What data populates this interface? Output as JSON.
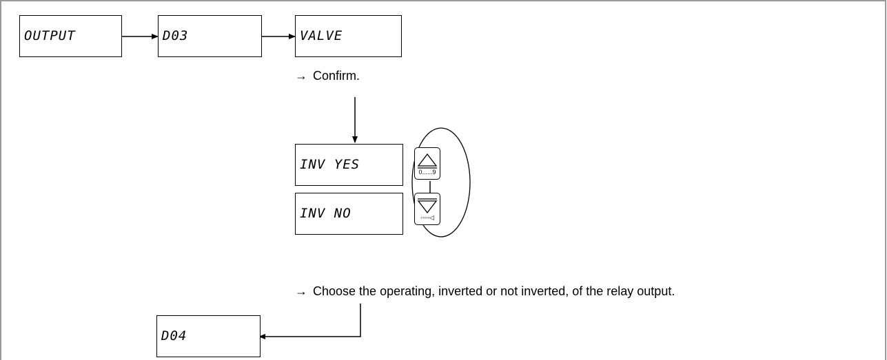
{
  "displays": {
    "output": "OUTPUT",
    "d03": "D03",
    "valve": "VALVE",
    "inv_yes": "INV YES",
    "inv_no": "INV NO",
    "d04": "D04"
  },
  "captions": {
    "arrow": "→",
    "confirm": "Confirm.",
    "choose": "Choose the operating, inverted or not inverted, of the relay output."
  },
  "keys": {
    "up_label": "0......9",
    "down_label": "◦◦◦◦◁"
  }
}
